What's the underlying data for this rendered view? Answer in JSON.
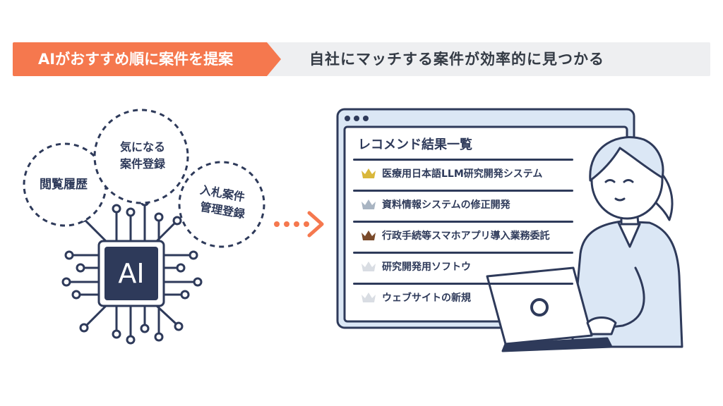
{
  "banner": {
    "tag": "AIがおすすめ順に案件を提案",
    "text": "自社にマッチする案件が効率的に見つかる"
  },
  "bubbles": {
    "history": "閲覧履歴",
    "interest_line1": "気になる",
    "interest_line2": "案件登録",
    "bid_line1": "入札案件",
    "bid_line2": "管理登録"
  },
  "chip": {
    "label": "AI"
  },
  "recommend": {
    "title": "レコメンド結果一覧",
    "items": [
      {
        "label": "医療用日本語LLM研究開発システム",
        "rank": "1",
        "crown_color": "#d9b73a"
      },
      {
        "label": "資料情報システムの修正開発",
        "rank": "2",
        "crown_color": "#a8b4c2"
      },
      {
        "label": "行政手続等スマホアプリ導入業務委託",
        "rank": "3",
        "crown_color": "#7a4a2a"
      },
      {
        "label": "研究開発用ソフトウ",
        "rank": "4",
        "crown_color": "#d9dde3"
      },
      {
        "label": "ウェブサイトの新規",
        "rank": "5",
        "crown_color": "#d9dde3"
      }
    ]
  },
  "colors": {
    "accent": "#f5784e",
    "navy": "#2e3a5a",
    "light_blue": "#dbe7f5",
    "banner_bg": "#eeeff1"
  }
}
